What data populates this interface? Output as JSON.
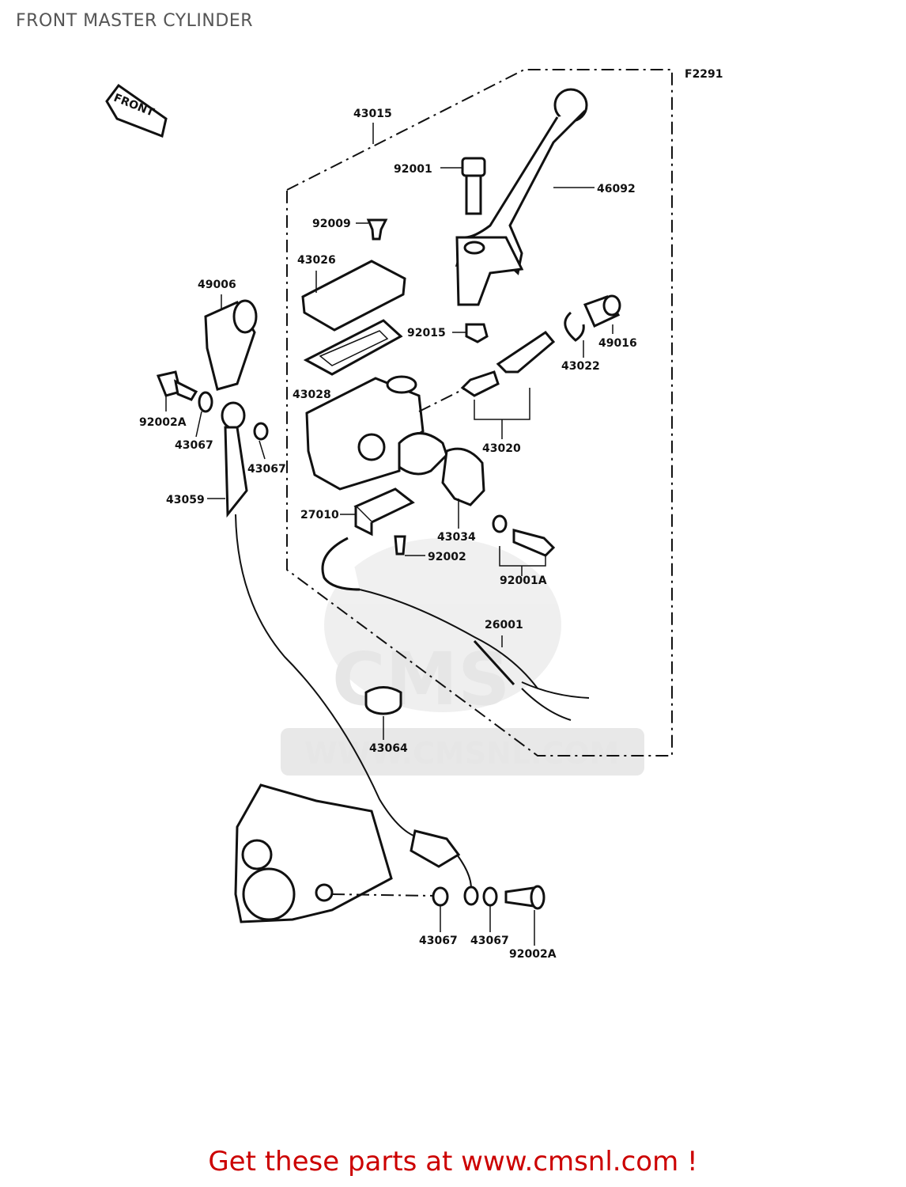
{
  "page": {
    "title": "FRONT MASTER CYLINDER",
    "call_to_action": "Get these parts at www.cmsnl.com !"
  },
  "diagram": {
    "figure_code": "F2291",
    "front_marker": "FRONT",
    "watermark": {
      "logo_text": "CMS",
      "url_text": "WWW.CMSNL.COM"
    },
    "part_labels": [
      {
        "id": "p43015",
        "text": "43015"
      },
      {
        "id": "p92001",
        "text": "92001"
      },
      {
        "id": "p46092",
        "text": "46092"
      },
      {
        "id": "p92009",
        "text": "92009"
      },
      {
        "id": "p43026",
        "text": "43026"
      },
      {
        "id": "p49006",
        "text": "49006"
      },
      {
        "id": "p92015",
        "text": "92015"
      },
      {
        "id": "p49016",
        "text": "49016"
      },
      {
        "id": "p43022",
        "text": "43022"
      },
      {
        "id": "p43028",
        "text": "43028"
      },
      {
        "id": "p92002A_top",
        "text": "92002A"
      },
      {
        "id": "p43067_a",
        "text": "43067"
      },
      {
        "id": "p43067_b",
        "text": "43067"
      },
      {
        "id": "p43020",
        "text": "43020"
      },
      {
        "id": "p43059",
        "text": "43059"
      },
      {
        "id": "p27010",
        "text": "27010"
      },
      {
        "id": "p43034",
        "text": "43034"
      },
      {
        "id": "p92002",
        "text": "92002"
      },
      {
        "id": "p92001A",
        "text": "92001A"
      },
      {
        "id": "p26001",
        "text": "26001"
      },
      {
        "id": "p43064",
        "text": "43064"
      },
      {
        "id": "p43067_c",
        "text": "43067"
      },
      {
        "id": "p43067_d",
        "text": "43067"
      },
      {
        "id": "p92002A_bottom",
        "text": "92002A"
      }
    ]
  }
}
